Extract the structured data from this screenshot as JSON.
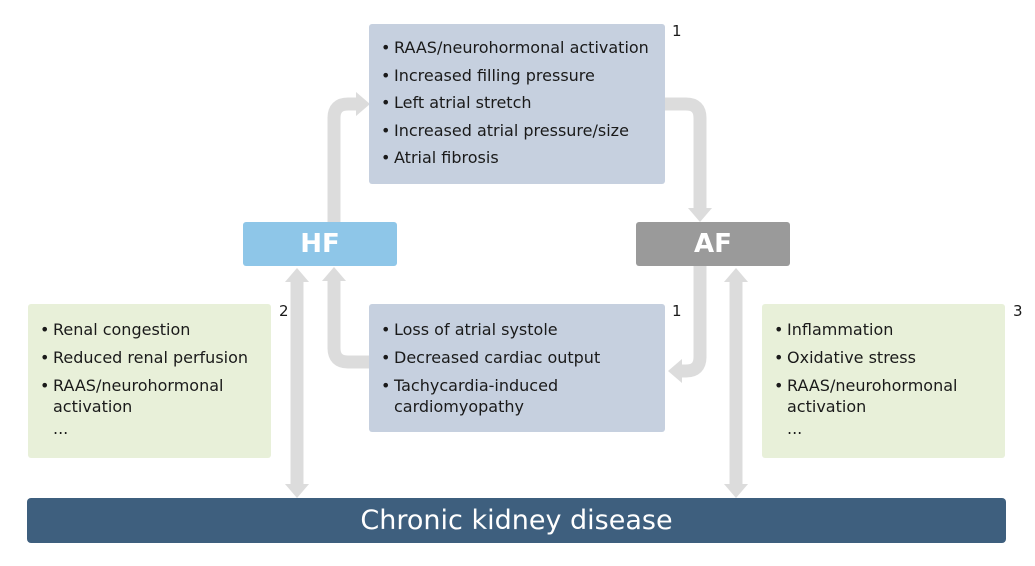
{
  "top_box": {
    "number": "1",
    "items": [
      "RAAS/neurohormonal activation",
      "Increased filling pressure",
      "Left atrial stretch",
      "Increased atrial pressure/size",
      "Atrial fibrosis"
    ]
  },
  "bottom_box": {
    "number": "1",
    "items": [
      "Loss of atrial systole",
      "Decreased cardiac output",
      "Tachycardia-induced cardiomyopathy"
    ]
  },
  "left_box": {
    "number": "2",
    "items": [
      "Renal congestion",
      "Reduced renal perfusion",
      "RAAS/neurohormonal activation"
    ],
    "ellipsis": "..."
  },
  "right_box": {
    "number": "3",
    "items": [
      "Inflammation",
      "Oxidative stress",
      "RAAS/neurohormonal activation"
    ],
    "ellipsis": "..."
  },
  "nodes": {
    "hf": "HF",
    "af": "AF",
    "ckd": "Chronic kidney disease"
  },
  "colors": {
    "hf": "#8ec6e8",
    "af": "#9a9a9a",
    "ckd": "#3e5f7e",
    "mechanism_box": "#c6d0df",
    "factor_box": "#e8f0d9",
    "arrow": "#dcdcdc"
  }
}
